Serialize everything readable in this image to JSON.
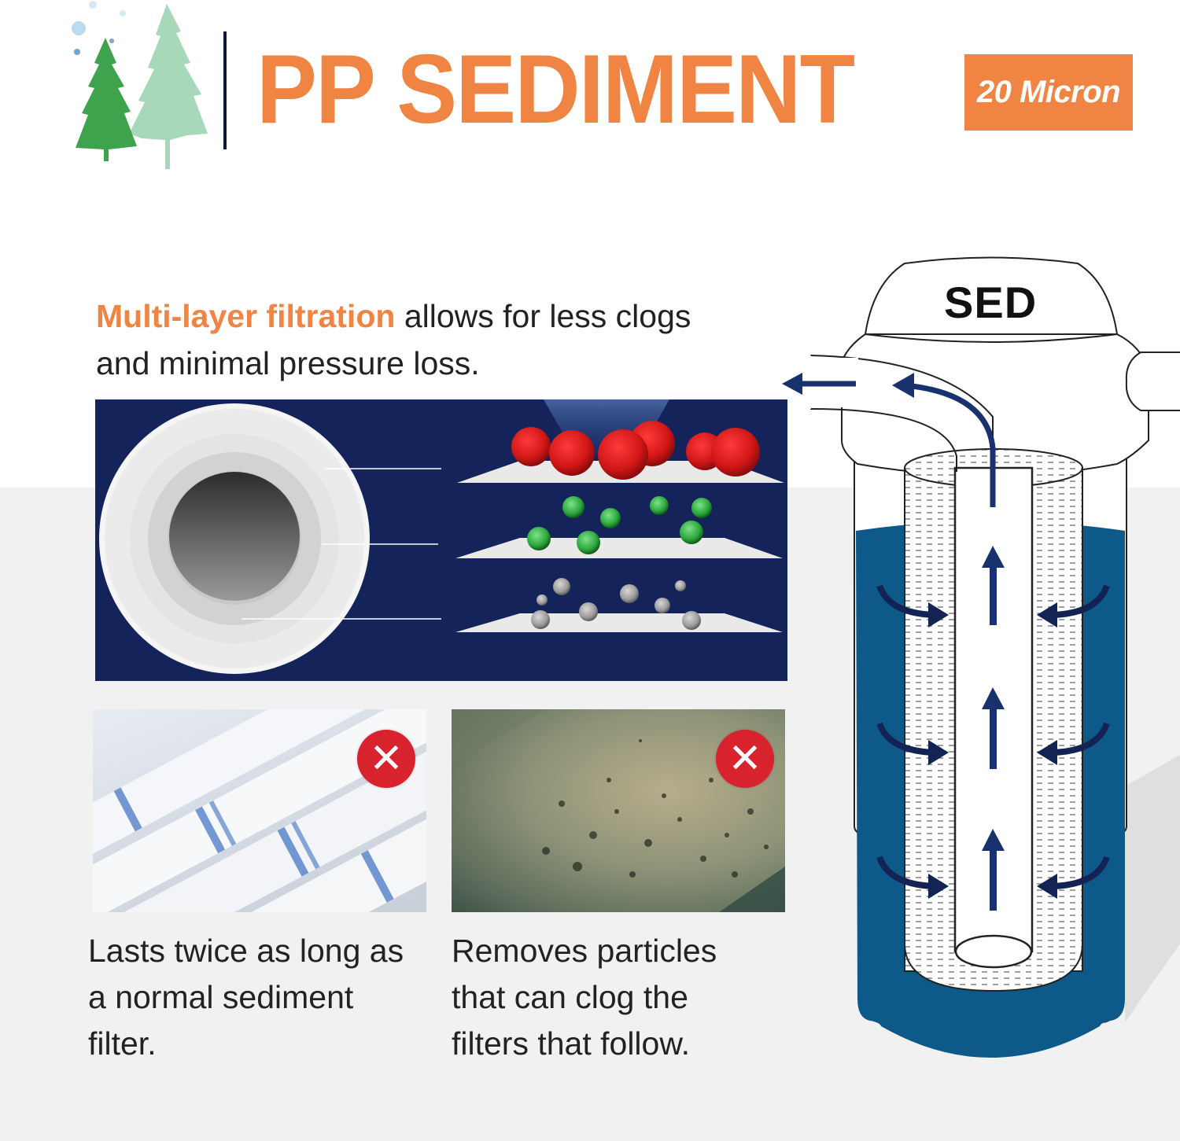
{
  "header": {
    "logo": "pine-trees-logo",
    "title": "PP SEDIMENT",
    "badge": "20 Micron"
  },
  "intro": {
    "highlight": "Multi-layer filtration",
    "rest_line1": " allows for less clogs",
    "rest_line2": "and minimal pressure loss."
  },
  "layers_diagram": {
    "layers": [
      {
        "particle_color": "#e0232a",
        "particle_size": "large",
        "particles": 7
      },
      {
        "particle_color": "#3bb449",
        "particle_size": "medium",
        "particles": 8
      },
      {
        "particle_color": "#9a9a9a",
        "particle_size": "small",
        "particles": 10
      }
    ],
    "background": "#14235a"
  },
  "features": [
    {
      "image": "stacked-pp-filter-cartridges",
      "badge_icon": "x-icon",
      "badge_glyph": "✕",
      "caption_line1": "Lasts twice as long as",
      "caption_line2": "a normal sediment",
      "caption_line3": "filter."
    },
    {
      "image": "dirty-clogged-surface",
      "badge_icon": "x-icon",
      "badge_glyph": "✕",
      "caption_line1": "Removes particles",
      "caption_line2": "that can clog the",
      "caption_line3": "filters that follow."
    }
  ],
  "housing": {
    "cap_label": "SED",
    "water_color": "#0d5a8a",
    "arrow_color": "#1a3170"
  },
  "colors": {
    "accent": "#f08443",
    "navy": "#14235a",
    "error": "#d8232f",
    "lower_bg": "#f1f1f1"
  }
}
